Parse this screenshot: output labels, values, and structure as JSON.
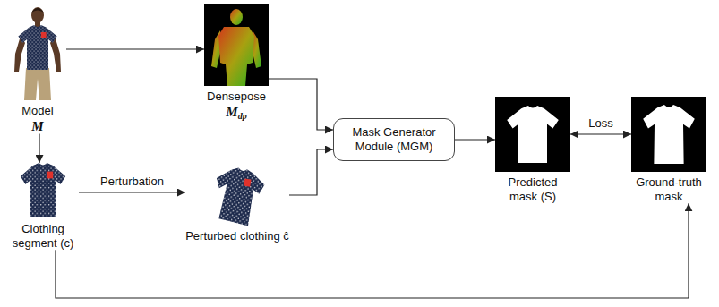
{
  "diagram": {
    "nodes": [
      {
        "text": [
          "Model",
          "M"
        ]
      },
      {
        "text": [
          "Densepose",
          "M",
          "dp"
        ]
      },
      {
        "text": [
          "Clothing segment (c)"
        ]
      },
      {
        "text": [
          "Perturbed clothing ĉ"
        ]
      },
      {
        "text": [
          "Mask Generator Module (MGM)"
        ]
      },
      {
        "text": [
          "Predicted mask (S)"
        ]
      },
      {
        "text": [
          "Ground-truth mask"
        ]
      }
    ],
    "edges": [
      {
        "from": 0,
        "to": 1,
        "arrow": "to"
      },
      {
        "from": 0,
        "to": 2,
        "arrow": "to"
      },
      {
        "from": 2,
        "to": 3,
        "arrow": "to",
        "label": "Perturbation"
      },
      {
        "from": 1,
        "to": 4,
        "arrow": "to"
      },
      {
        "from": 3,
        "to": 4,
        "arrow": "to"
      },
      {
        "from": 4,
        "to": 5,
        "arrow": "to"
      },
      {
        "from": 5,
        "to": 6,
        "arrow": "both",
        "label": "Loss"
      },
      {
        "from": 2,
        "to": 6,
        "arrow": "to"
      }
    ]
  }
}
